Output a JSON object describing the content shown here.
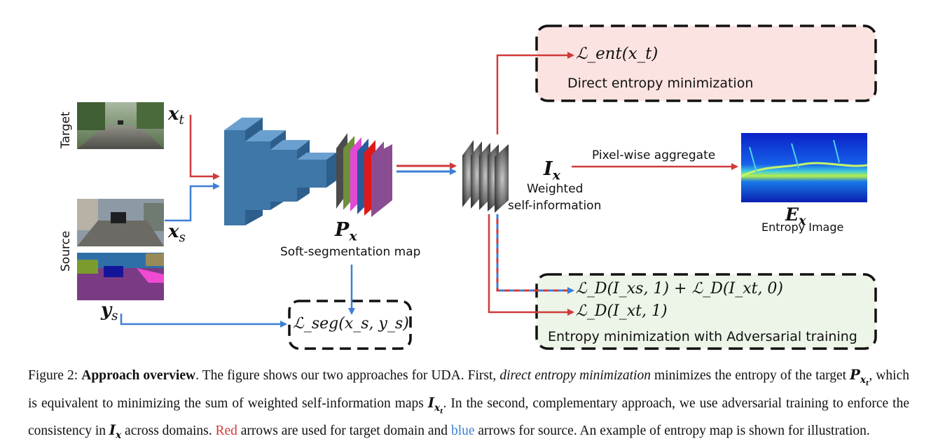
{
  "diagram": {
    "target_label": "Target",
    "source_label": "Source",
    "xt": "x",
    "xt_sub": "t",
    "xs": "x",
    "xs_sub": "s",
    "ys": "y",
    "ys_sub": "s",
    "px_main": "P",
    "px_sub": "x",
    "soft_seg": "Soft-segmentation map",
    "ix_main": "I",
    "ix_sub": "x",
    "weighted_line1": "Weighted",
    "weighted_line2": "self-information",
    "pixel_agg": "Pixel-wise aggregate",
    "ex_main": "E",
    "ex_sub": "x",
    "entropy_image": "Entropy Image",
    "l_ent": "ℒ_ent(x_t)",
    "direct_ent": "Direct entropy minimization",
    "l_adv1": "ℒ_D(I_xs, 1) + ℒ_D(I_xt, 0)",
    "l_adv2": "ℒ_D(I_xt, 1)",
    "adv_label": "Entropy minimization with Adversarial training",
    "l_seg": "ℒ_seg(x_s, y_s)",
    "colors": {
      "target_arrow": "#d03a3a",
      "source_arrow": "#3d7fd6",
      "direct_box_fill": "#fbe3e1",
      "adv_box_fill": "#edf4e8",
      "cnn_blue": "#3f77a8"
    }
  },
  "caption": {
    "figure_label": "Figure 2:",
    "bold_title": "Approach overview",
    "text1": ". The figure shows our two approaches for UDA. First, ",
    "italic1": "direct entropy minimization",
    "text2": " minimizes the entropy of the target ",
    "text3": ", which is equivalent to minimizing the sum of weighted self-information maps ",
    "text4": ". In the second, complementary approach, we use adversarial training to enforce the consistency in ",
    "text5": " across domains. ",
    "red_word": "Red",
    "text6": " arrows are used for target domain and ",
    "blue_word": "blue",
    "text7": " arrows for source. An example of entropy map is shown for illustration."
  }
}
